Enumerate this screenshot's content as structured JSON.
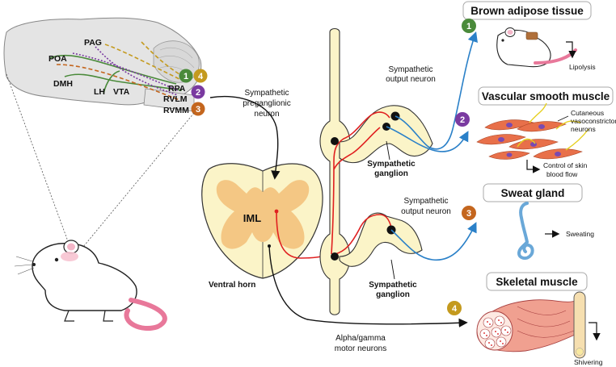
{
  "brain": {
    "regions": {
      "poa": "POA",
      "pag": "PAG",
      "dmh": "DMH",
      "lh": "LH",
      "vta": "VTA",
      "rpa": "RPA",
      "rvlm": "RVLM",
      "rvmm": "RVMM"
    }
  },
  "badges": [
    "1",
    "4",
    "2",
    "3"
  ],
  "spinal_cord": {
    "iml_label": "IML",
    "ventral_horn_label": "Ventral horn"
  },
  "labels": {
    "preganglionic": [
      "Sympathetic",
      "preganglionic",
      "neuron"
    ],
    "output_top": [
      "Sympathetic",
      "output neuron"
    ],
    "output_bottom": [
      "Sympathetic",
      "output neuron"
    ],
    "ganglion_top": [
      "Sympathetic",
      "ganglion"
    ],
    "ganglion_bottom": [
      "Sympathetic",
      "ganglion"
    ],
    "motor": [
      "Alpha/gamma",
      "motor neurons"
    ]
  },
  "targets": {
    "bat": {
      "title": "Brown adipose tissue",
      "badge": "1",
      "effect": "Lipolysis"
    },
    "vsm": {
      "title": "Vascular smooth muscle",
      "badge": "2",
      "note": [
        "Cutaneous",
        "vasoconstrictor",
        "neurons"
      ],
      "effect": [
        "Control of skin",
        "blood flow"
      ]
    },
    "sweat": {
      "title": "Sweat gland",
      "badge": "3",
      "effect": "Sweating"
    },
    "skeletal": {
      "title": "Skeletal muscle",
      "badge": "4",
      "effect": "Shivering"
    }
  },
  "colors": {
    "badge_1": "#4a8a3a",
    "badge_2": "#7a3aa0",
    "badge_3": "#c4661e",
    "badge_4": "#c49a1e",
    "path_blue": "#2a80c8",
    "path_red": "#e02020",
    "tissue_fill": "#fbf4c8",
    "gray_matter": "#f4c784",
    "muscle_cell": "#e8704a",
    "nucleus": "#7a4ab0"
  }
}
